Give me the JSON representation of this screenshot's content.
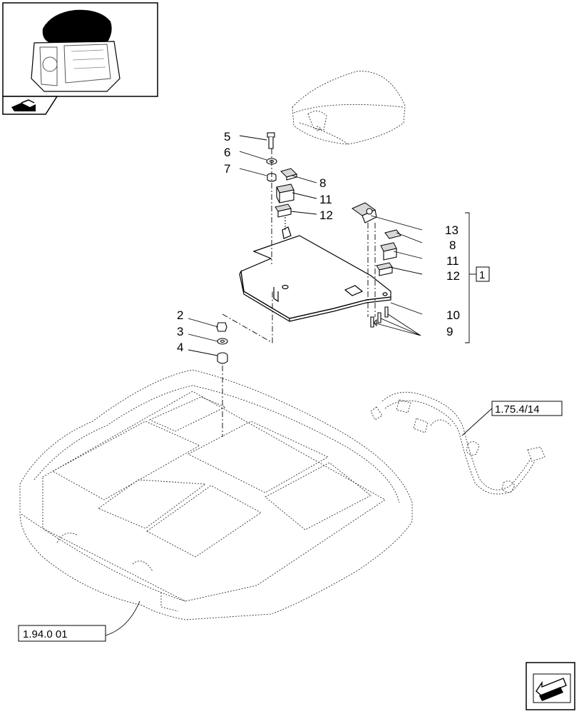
{
  "callouts": [
    "5",
    "6",
    "7",
    "8",
    "11",
    "12",
    "13",
    "8",
    "11",
    "12",
    "10",
    "9",
    "2",
    "3",
    "4"
  ],
  "references": {
    "kit": "1",
    "harness": "1.75.4/14",
    "roof": "1.94.0 01"
  },
  "icons": {
    "thumbnail": "tractor-cab-icon",
    "nav_left": "next-page-icon",
    "nav_right": "previous-page-icon"
  }
}
